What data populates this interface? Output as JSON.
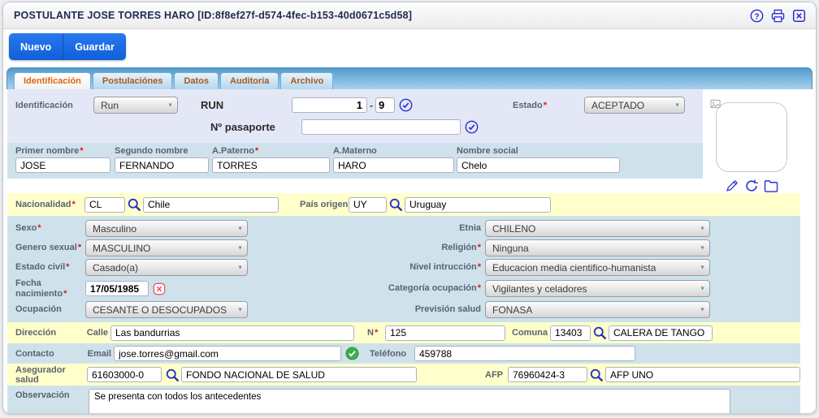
{
  "meta": {
    "required_marker": "*"
  },
  "window": {
    "title": "POSTULANTE JOSE TORRES HARO [ID:8f8ef27f-d574-4fec-b153-40d0671c5d58]"
  },
  "toolbar": {
    "nuevo": "Nuevo",
    "guardar": "Guardar"
  },
  "tabs": {
    "items": [
      {
        "label": "Identificación",
        "active": true
      },
      {
        "label": "Postulaciónes",
        "active": false
      },
      {
        "label": "Datos",
        "active": false
      },
      {
        "label": "Auditoría",
        "active": false
      },
      {
        "label": "Archivo",
        "active": false
      }
    ]
  },
  "identification": {
    "section_label": "Identificación",
    "type_value": "Run",
    "run_label": "RUN",
    "run_number": "1",
    "run_separator": "-",
    "run_dv": "9",
    "passport_label": "Nº pasaporte",
    "passport_value": "",
    "estado_label": "Estado",
    "estado_value": "ACEPTADO"
  },
  "names": {
    "primer_label": "Primer nombre",
    "primer_value": "JOSE",
    "segundo_label": "Segundo nombre",
    "segundo_value": "FERNANDO",
    "paterno_label": "A.Paterno",
    "paterno_value": "TORRES",
    "materno_label": "A.Materno",
    "materno_value": "HARO",
    "social_label": "Nombre social",
    "social_value": "Chelo"
  },
  "nationality": {
    "label": "Nacionalidad",
    "code": "CL",
    "name": "Chile",
    "origin_label": "País origen",
    "origin_code": "UY",
    "origin_name": "Uruguay"
  },
  "demographics": {
    "sexo_label": "Sexo",
    "sexo_value": "Masculino",
    "etnia_label": "Etnia",
    "etnia_value": "CHILENO",
    "genero_label": "Genero sexual",
    "genero_value": "MASCULINO",
    "religion_label": "Religión",
    "religion_value": "Ninguna",
    "estado_civil_label": "Estado civil",
    "estado_civil_value": "Casado(a)",
    "nivel_label": "Nivel intrucción",
    "nivel_value": "Educacion media cientifico-humanista",
    "fecha_label": "Fecha nacimiento",
    "fecha_value": "17/05/1985",
    "categoria_label": "Categoría ocupación",
    "categoria_value": "Vigilantes y celadores",
    "ocupacion_label": "Ocupación",
    "ocupacion_value": "CESANTE O DESOCUPADOS",
    "prevision_label": "Previsión salud",
    "prevision_value": "FONASA"
  },
  "address": {
    "section_label": "Dirección",
    "calle_label": "Calle",
    "calle_value": "Las bandurrias",
    "numero_label": "N",
    "numero_value": "125",
    "comuna_label": "Comuna",
    "comuna_code": "13403",
    "comuna_name": "CALERA DE TANGO"
  },
  "contact": {
    "section_label": "Contacto",
    "email_label": "Email",
    "email_value": "jose.torres@gmail.com",
    "telefono_label": "Teléfono",
    "telefono_value": "459788"
  },
  "insurance": {
    "asegurador_label": "Asegurador salud",
    "asegurador_code": "61603000-0",
    "asegurador_name": "FONDO NACIONAL DE SALUD",
    "afp_label": "AFP",
    "afp_code": "76960424-3",
    "afp_name": "AFP UNO"
  },
  "observation": {
    "label": "Observación",
    "value": "Se presenta con todos los antecedentes"
  },
  "icons": {
    "dropdown_arrow": "▼",
    "help": "question-circle",
    "print": "printer",
    "close": "x-square",
    "validate": "blue-check-circle",
    "search": "magnifier",
    "email_valid": "green-check-circle",
    "clear_date": "red-x",
    "edit": "pencil",
    "reload": "refresh",
    "browse": "folder",
    "photo_placeholder": "broken-image"
  },
  "colors": {
    "accent_blue": "#1566e0",
    "tab_active_text": "#e0660e",
    "required_red": "#e01818",
    "yellow_row": "#ffffcb",
    "blue_row": "#cfe2ec",
    "lavender_row": "#e4e8f6",
    "icon_blue": "#2a32cc",
    "valid_green": "#3daf4c"
  }
}
